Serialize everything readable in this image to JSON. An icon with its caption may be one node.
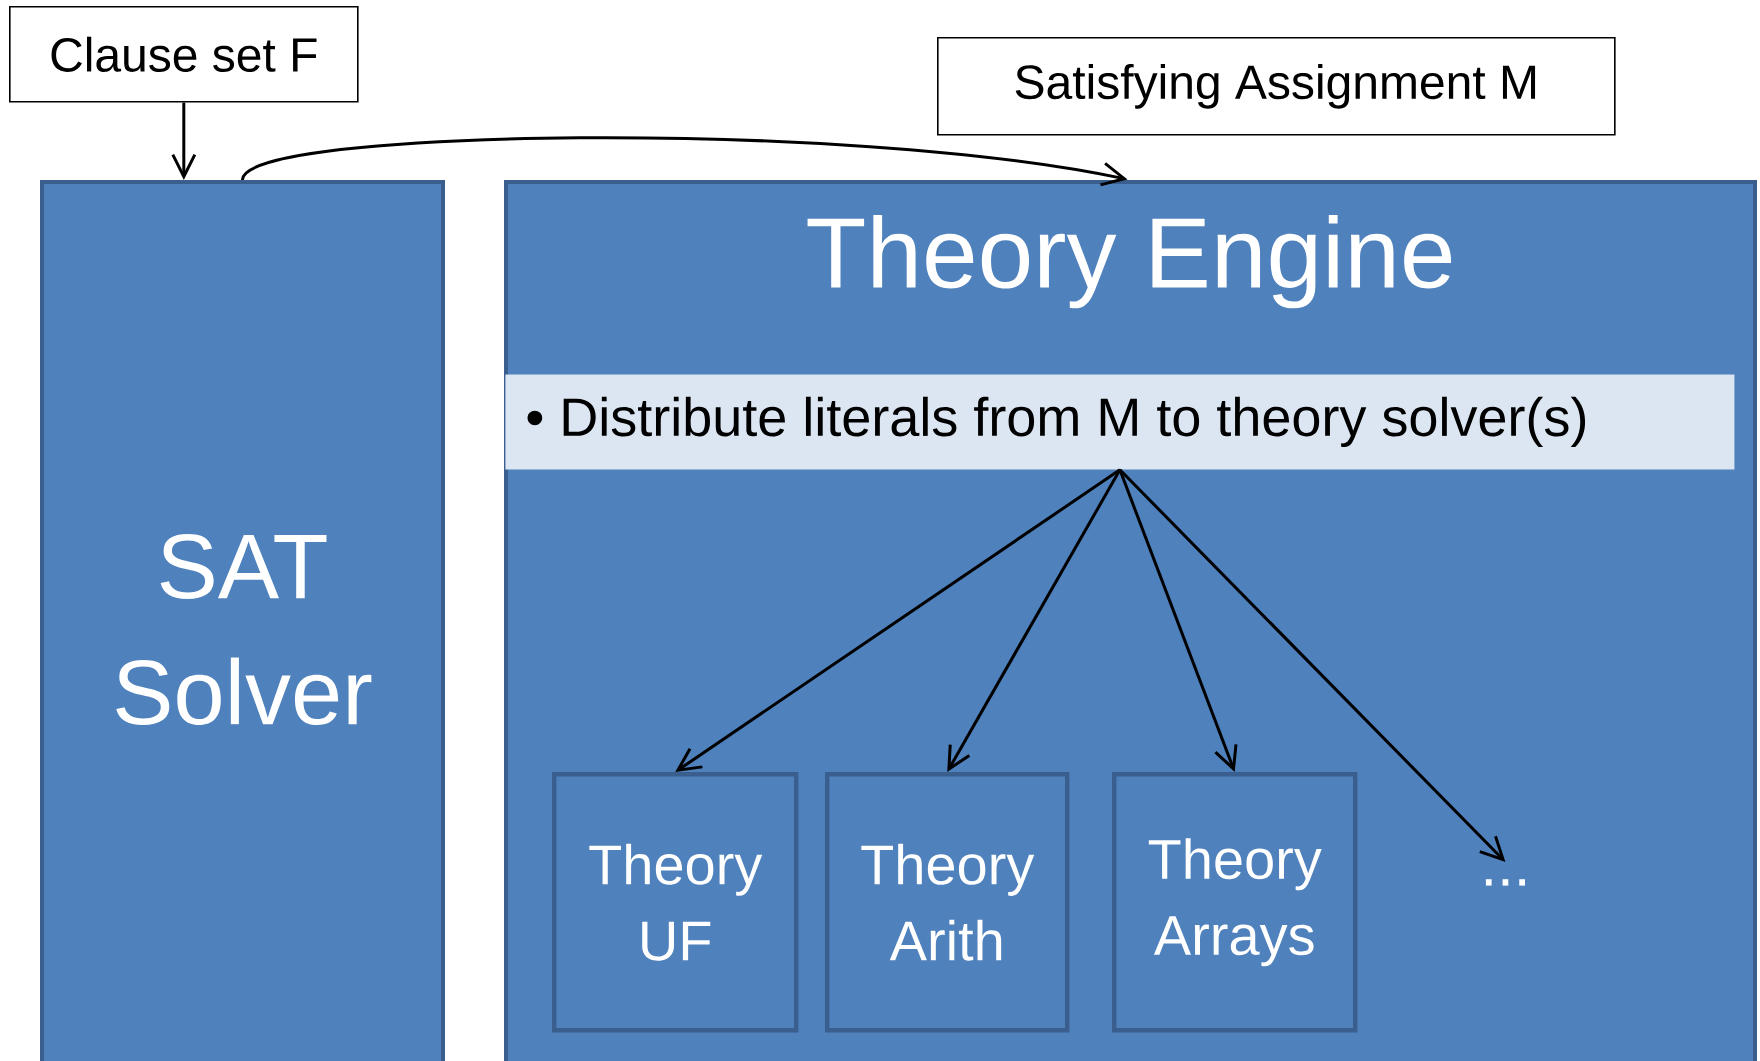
{
  "diagram": {
    "nodes": [
      {
        "text": [
          "Clause set F"
        ]
      },
      {
        "text": [
          "Satisfying Assignment M"
        ]
      },
      {
        "text": [
          "SAT Solver"
        ]
      },
      {
        "text": [
          "Theory Engine"
        ]
      },
      {
        "text": [
          "• Distribute literals from M to theory solver(s)"
        ],
        "in": 3
      },
      {
        "text": [
          "Theory UF"
        ],
        "in": 3
      },
      {
        "text": [
          "Theory Arith"
        ],
        "in": 3
      },
      {
        "text": [
          "Theory Arrays"
        ],
        "in": 3
      },
      {
        "text": [
          "..."
        ],
        "in": 3
      }
    ],
    "edges": [
      {
        "from": 0,
        "to": 2,
        "arrow": "to"
      },
      {
        "from": 2,
        "to": 3,
        "arrow": "to"
      },
      {
        "from": 4,
        "to": 5,
        "arrow": "to"
      },
      {
        "from": 4,
        "to": 6,
        "arrow": "to"
      },
      {
        "from": 4,
        "to": 7,
        "arrow": "to"
      },
      {
        "from": 4,
        "to": 8,
        "arrow": "to"
      }
    ]
  }
}
